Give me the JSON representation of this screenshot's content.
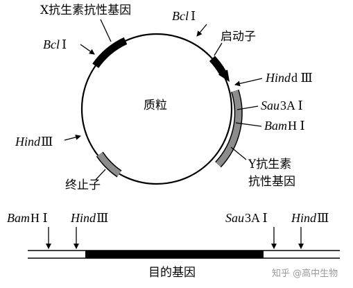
{
  "plasmid": {
    "center_label": "质粒",
    "x_resistance_gene": "X抗生素抗性基因",
    "y_resistance_gene_line1": "Y抗生素",
    "y_resistance_gene_line2": "抗性基因",
    "promoter": "启动子",
    "terminator": "终止子",
    "sites": {
      "bcl_top_name": "Bcl",
      "bcl_top_roman": "Ⅰ",
      "bcl_left_name": "Bcl",
      "bcl_left_roman": "Ⅰ",
      "hind_right_name": "Hind",
      "hind_right_roman": "d Ⅲ",
      "sau_right_name": "Sau",
      "sau_right_roman": "3A Ⅰ",
      "bam_right_name": "Bam",
      "bam_right_roman": "H Ⅰ",
      "hind_left_name": "Hind",
      "hind_left_roman": "Ⅲ"
    }
  },
  "target_dna": {
    "label": "目的基因",
    "sites": {
      "bam_name": "Bam",
      "bam_roman": "H Ⅰ",
      "hind1_name": "Hind",
      "hind1_roman": "Ⅲ",
      "sau_name": "Sau",
      "sau_roman": "3A Ⅰ",
      "hind2_name": "Hind",
      "hind2_roman": "Ⅲ"
    }
  },
  "watermark": "知乎 @高中生物",
  "colors": {
    "black": "#000000",
    "gray_segment": "#8c8c8c",
    "background": "#ffffff"
  }
}
